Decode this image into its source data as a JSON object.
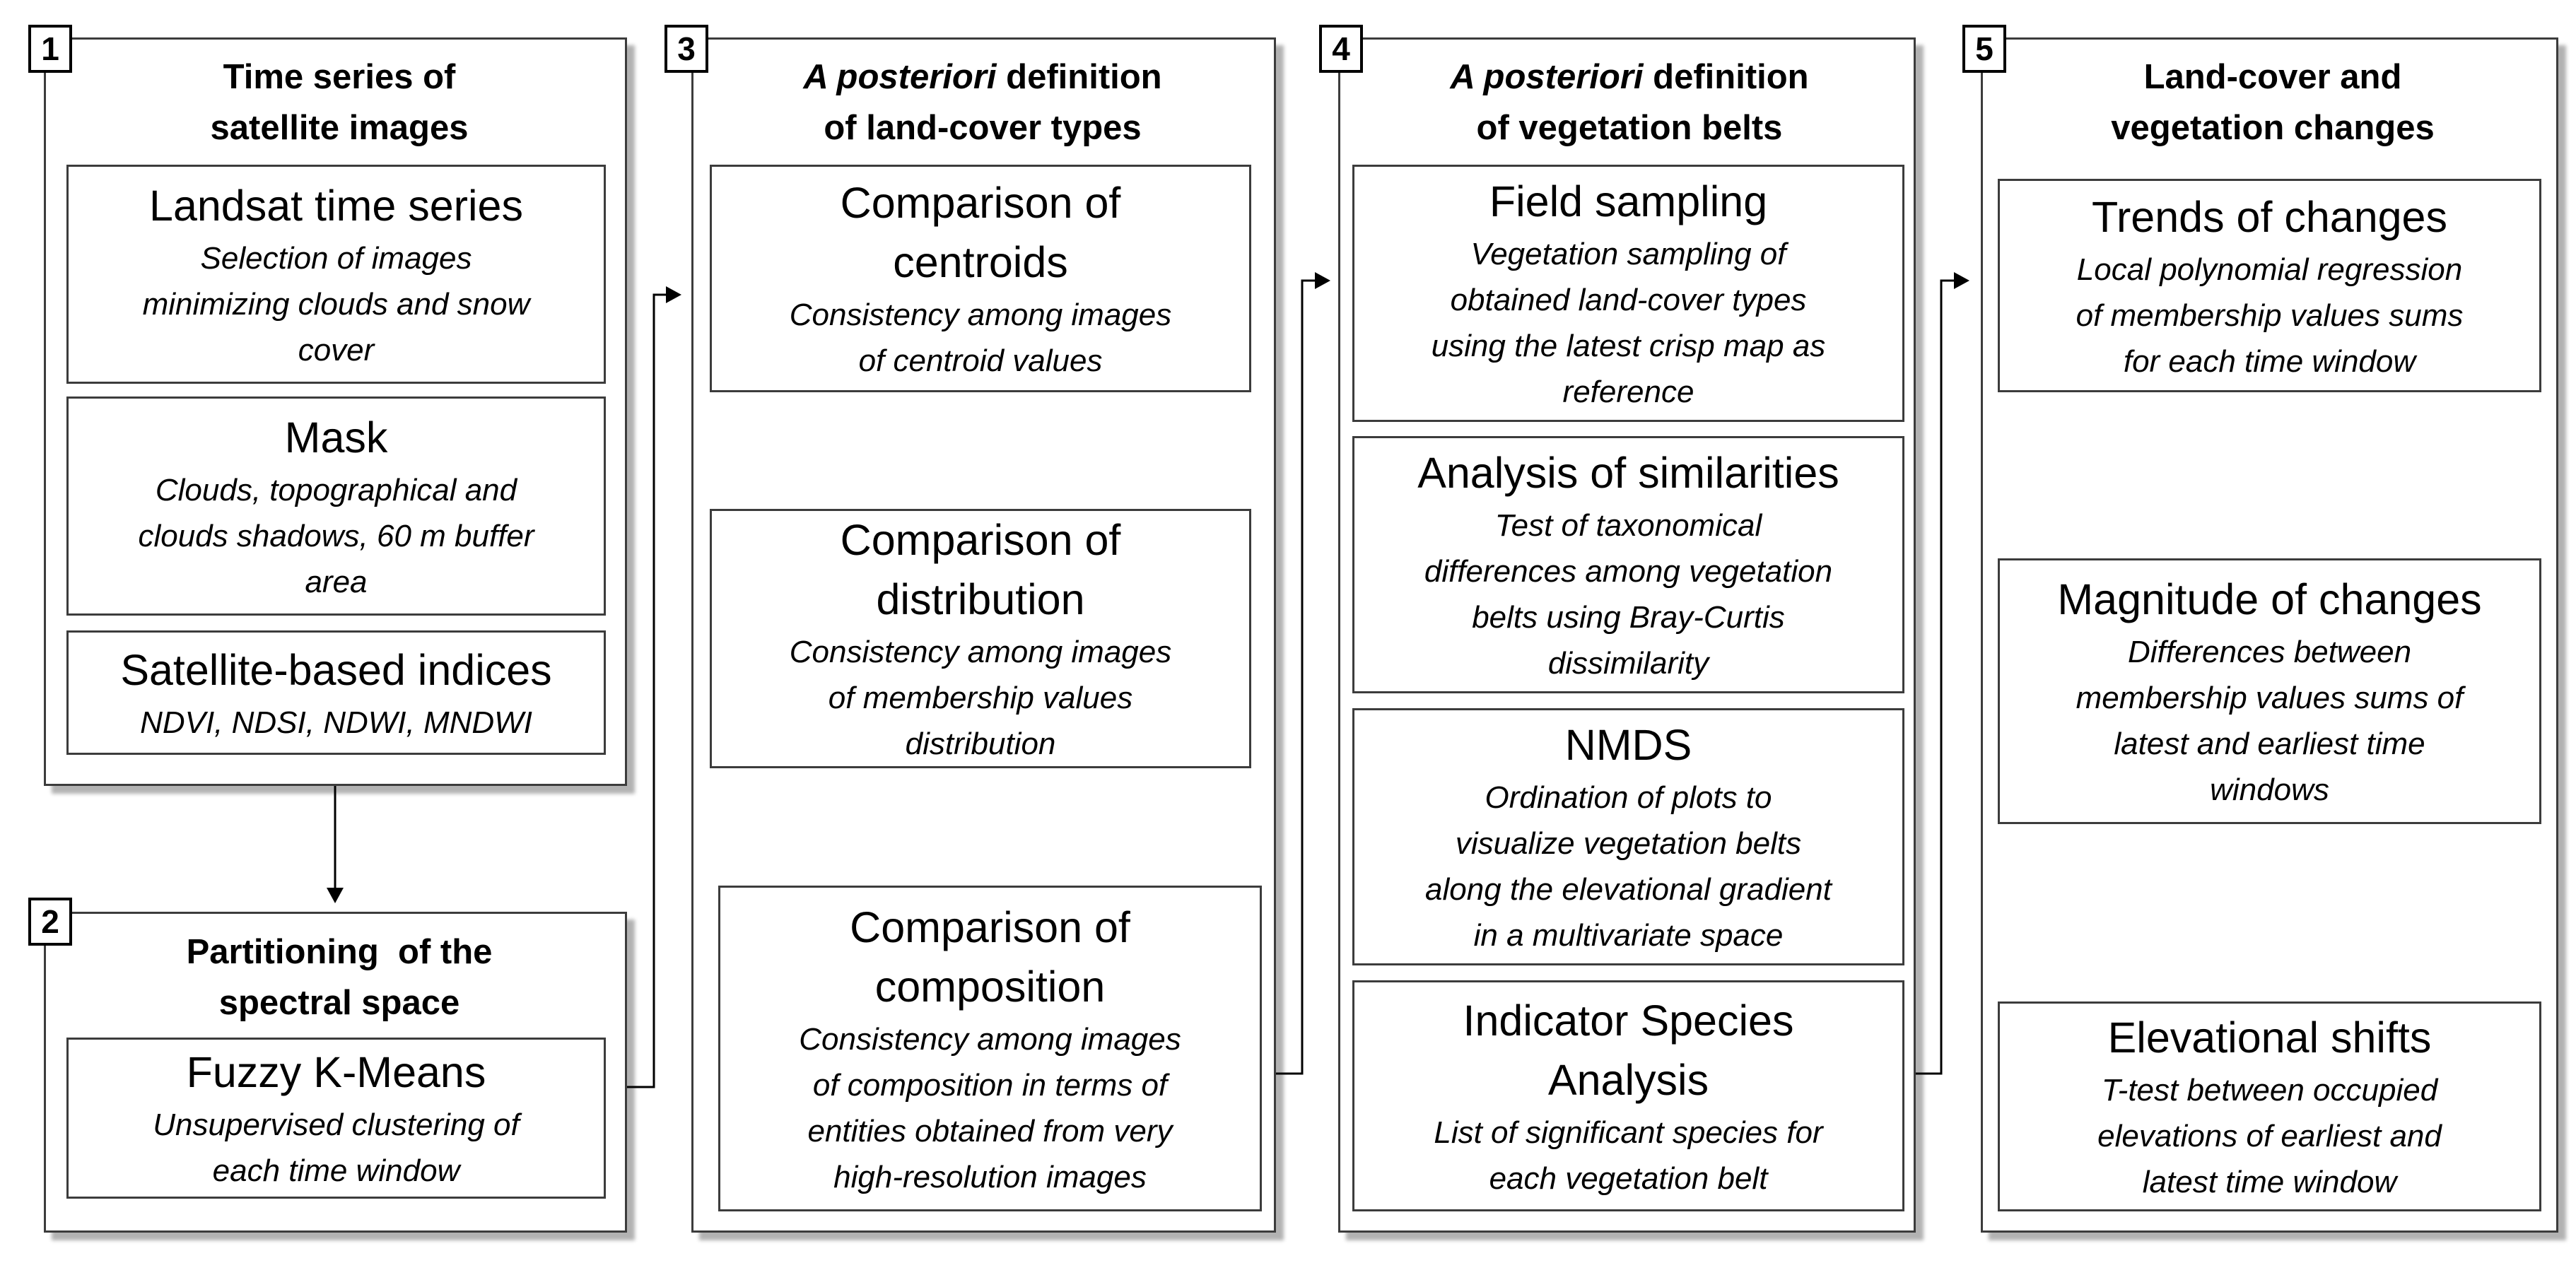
{
  "steps": [
    {
      "number": "1",
      "title_lines": [
        "Time series of",
        "satellite images"
      ],
      "boxes": [
        {
          "title": "Landsat time series",
          "desc": [
            "Selection of images",
            "minimizing clouds and snow",
            "cover"
          ]
        },
        {
          "title": "Mask",
          "desc": [
            "Clouds, topographical and",
            "clouds shadows, 60 m buffer",
            "area"
          ]
        },
        {
          "title": "Satellite-based indices",
          "desc": [
            "NDVI, NDSI, NDWI, MNDWI"
          ]
        }
      ]
    },
    {
      "number": "2",
      "title_lines": [
        "Partitioning  of the",
        "spectral space"
      ],
      "boxes": [
        {
          "title": "Fuzzy K-Means",
          "desc": [
            "Unsupervised clustering of",
            "each time window"
          ]
        }
      ]
    },
    {
      "number": "3",
      "title_italic": "A posteriori",
      "title_rest": " definition",
      "title_line2": "of land-cover types",
      "boxes": [
        {
          "title_lines": [
            "Comparison of",
            "centroids"
          ],
          "desc": [
            "Consistency among images",
            "of centroid values"
          ]
        },
        {
          "title_lines": [
            "Comparison of",
            "distribution"
          ],
          "desc": [
            "Consistency among images",
            "of membership values",
            "distribution"
          ]
        },
        {
          "title_lines": [
            "Comparison of",
            "composition"
          ],
          "desc": [
            "Consistency among images",
            "of composition in terms of",
            "entities obtained from very",
            "high-resolution images"
          ]
        }
      ]
    },
    {
      "number": "4",
      "title_italic": "A posteriori",
      "title_rest": " definition",
      "title_line2": "of vegetation belts",
      "boxes": [
        {
          "title": "Field sampling",
          "desc": [
            "Vegetation sampling of",
            "obtained land-cover types",
            "using the latest crisp map as",
            "reference"
          ]
        },
        {
          "title": "Analysis of similarities",
          "desc": [
            "Test of taxonomical",
            "differences among vegetation",
            "belts using Bray-Curtis",
            "dissimilarity"
          ]
        },
        {
          "title": "NMDS",
          "desc": [
            "Ordination of plots to",
            "visualize vegetation belts",
            "along the elevational gradient",
            "in a multivariate space"
          ]
        },
        {
          "title_lines": [
            "Indicator Species",
            "Analysis"
          ],
          "desc": [
            "List of significant species for",
            "each vegetation belt"
          ]
        }
      ]
    },
    {
      "number": "5",
      "title_lines": [
        "Land-cover and",
        "vegetation changes"
      ],
      "boxes": [
        {
          "title": "Trends of changes",
          "desc": [
            "Local polynomial regression",
            "of membership values sums",
            "for each time window"
          ]
        },
        {
          "title": "Magnitude of changes",
          "desc": [
            "Differences between",
            "membership values sums of",
            "latest and earliest time",
            "windows"
          ]
        },
        {
          "title": "Elevational shifts",
          "desc": [
            "T-test between occupied",
            "elevations of earliest and",
            "latest time window"
          ]
        }
      ]
    }
  ]
}
